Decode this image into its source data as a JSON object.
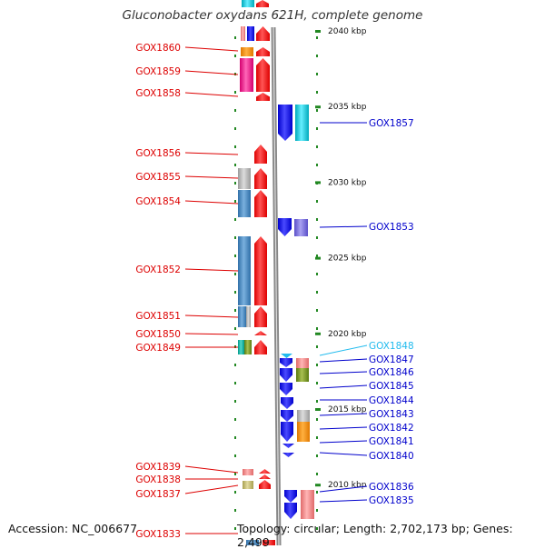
{
  "title": "Gluconobacter oxydans 621H, complete genome",
  "footer": {
    "accession": "Accession: NC_006677",
    "summary": "Topology: circular; Length: 2,702,173 bp; Genes: 2,499"
  },
  "colors": {
    "left_label": "#dd0000",
    "right_label": "#0000cc",
    "highlight_label": "#22bbee",
    "strand_arrow": "#ff0000",
    "minus_arrow": "#0000ff",
    "dot": "#228822",
    "backbone": "#888888"
  },
  "scale": [
    {
      "label": "2040 kbp",
      "kbp": 2040
    },
    {
      "label": "2035 kbp",
      "kbp": 2035
    },
    {
      "label": "2030 kbp",
      "kbp": 2030
    },
    {
      "label": "2025 kbp",
      "kbp": 2025
    },
    {
      "label": "2020 kbp",
      "kbp": 2020
    },
    {
      "label": "2015 kbp",
      "kbp": 2015
    },
    {
      "label": "2010 kbp",
      "kbp": 2010
    }
  ],
  "genes_left": [
    {
      "name": "GOX1860"
    },
    {
      "name": "GOX1859"
    },
    {
      "name": "GOX1858"
    },
    {
      "name": "GOX1856"
    },
    {
      "name": "GOX1855"
    },
    {
      "name": "GOX1854"
    },
    {
      "name": "GOX1852"
    },
    {
      "name": "GOX1851"
    },
    {
      "name": "GOX1850"
    },
    {
      "name": "GOX1849"
    },
    {
      "name": "GOX1839"
    },
    {
      "name": "GOX1838"
    },
    {
      "name": "GOX1837"
    },
    {
      "name": "GOX1833"
    }
  ],
  "genes_right": [
    {
      "name": "GOX1857"
    },
    {
      "name": "GOX1853"
    },
    {
      "name": "GOX1848",
      "highlight": true
    },
    {
      "name": "GOX1847"
    },
    {
      "name": "GOX1846"
    },
    {
      "name": "GOX1845"
    },
    {
      "name": "GOX1844"
    },
    {
      "name": "GOX1843"
    },
    {
      "name": "GOX1842"
    },
    {
      "name": "GOX1841"
    },
    {
      "name": "GOX1840"
    },
    {
      "name": "GOX1836"
    },
    {
      "name": "GOX1835"
    }
  ]
}
